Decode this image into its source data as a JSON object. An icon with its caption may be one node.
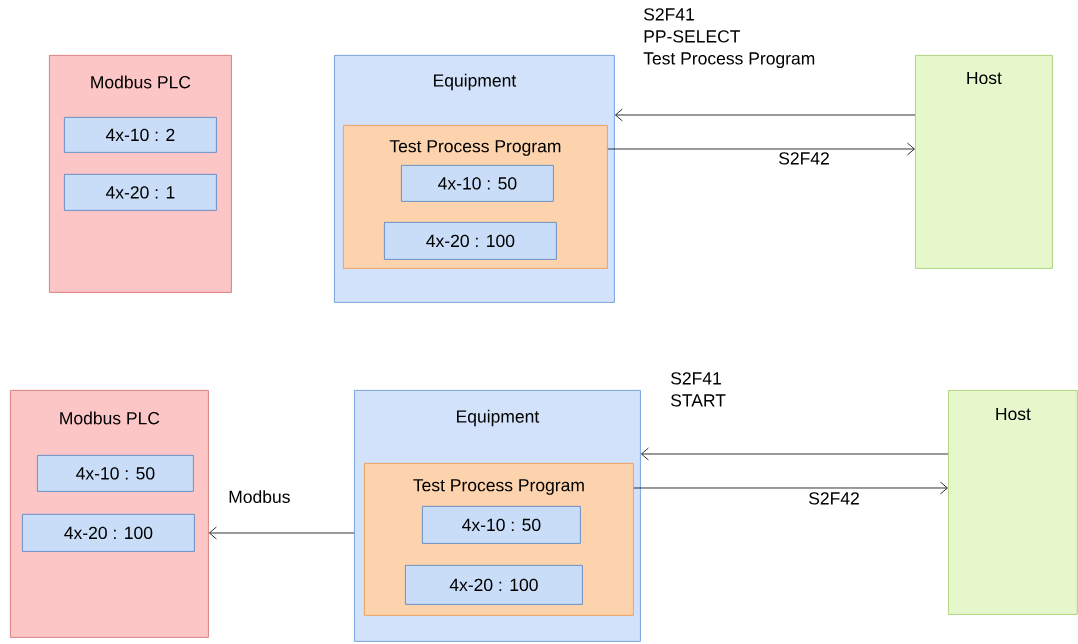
{
  "diagram": {
    "nodes": [
      {
        "text": [
          "Modbus PLC"
        ]
      },
      {
        "text": [
          "4x-10 : 2"
        ],
        "in": 0
      },
      {
        "text": [
          "4x-20 : 1"
        ],
        "in": 0
      },
      {
        "text": [
          "Equipment"
        ]
      },
      {
        "text": [
          "Test Process Program"
        ],
        "in": 3
      },
      {
        "text": [
          "4x-10 : 50"
        ],
        "in": 4
      },
      {
        "text": [
          "4x-20 : 100"
        ],
        "in": 4
      },
      {
        "text": [
          "Host"
        ]
      },
      {
        "text": [
          "Modbus PLC"
        ]
      },
      {
        "text": [
          "4x-10 : 50"
        ],
        "in": 8
      },
      {
        "text": [
          "4x-20 : 100"
        ],
        "in": 8
      },
      {
        "text": [
          "Equipment"
        ]
      },
      {
        "text": [
          "Test Process Program"
        ],
        "in": 11
      },
      {
        "text": [
          "4x-10 : 50"
        ],
        "in": 12
      },
      {
        "text": [
          "4x-20 : 100"
        ],
        "in": 12
      },
      {
        "text": [
          "Host"
        ]
      }
    ],
    "edges": [
      {
        "from": 7,
        "to": 3,
        "arrow": "to",
        "label": "S2F41 PP-SELECT Test Process Program"
      },
      {
        "from": 4,
        "to": 7,
        "arrow": "to",
        "label": "S2F42"
      },
      {
        "from": 15,
        "to": 11,
        "arrow": "to",
        "label": "S2F41 START"
      },
      {
        "from": 12,
        "to": 15,
        "arrow": "to",
        "label": "S2F42"
      },
      {
        "from": 11,
        "to": 8,
        "arrow": "to",
        "label": "Modbus"
      }
    ]
  }
}
